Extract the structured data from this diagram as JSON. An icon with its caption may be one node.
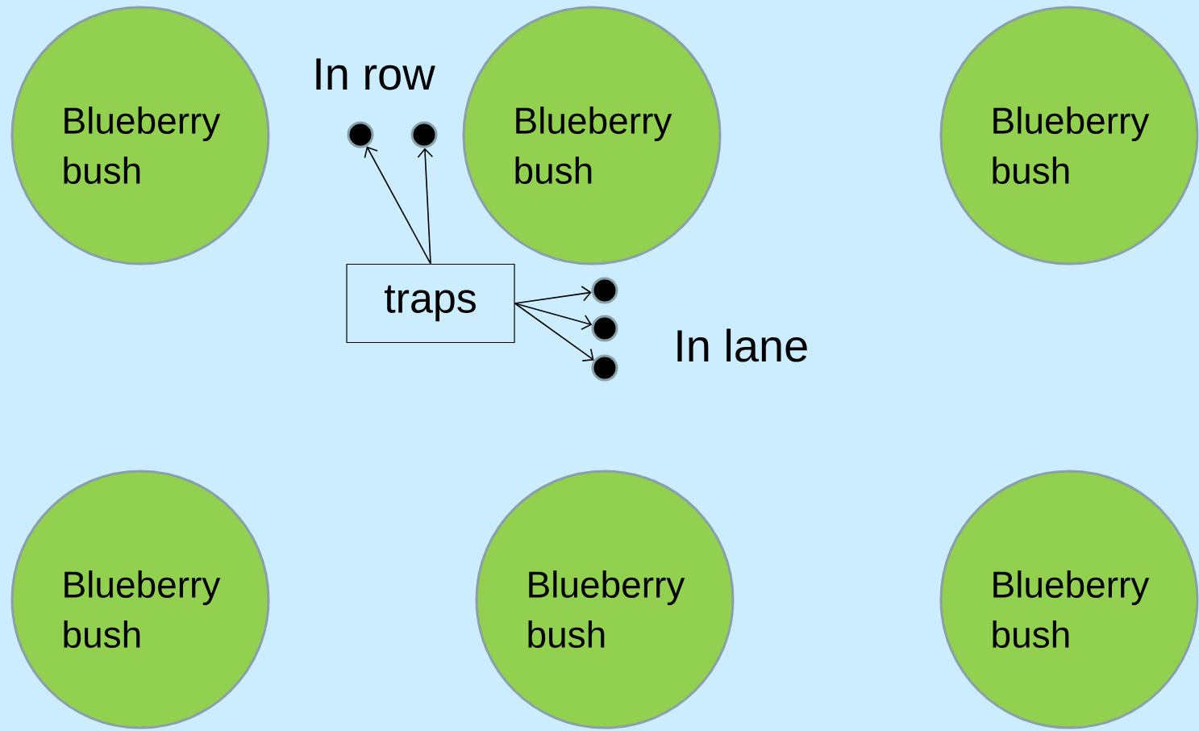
{
  "diagram": {
    "nodes": [
      {
        "text": [
          "Blueberry bush"
        ]
      },
      {
        "text": [
          "Blueberry bush"
        ]
      },
      {
        "text": [
          "Blueberry bush"
        ]
      },
      {
        "text": [
          "traps"
        ]
      },
      {
        "text": [],
        "shape": "circle"
      },
      {
        "text": [],
        "shape": "circle"
      },
      {
        "text": [],
        "shape": "circle"
      },
      {
        "text": [],
        "shape": "circle"
      },
      {
        "text": [],
        "shape": "circle"
      },
      {
        "text": [
          "Blueberry bush"
        ]
      },
      {
        "text": [
          "Blueberry bush"
        ]
      },
      {
        "text": [
          "Blueberry bush"
        ]
      }
    ],
    "edges": [
      {
        "from": 3,
        "to": 4,
        "arrow": "to"
      },
      {
        "from": 3,
        "to": 5,
        "arrow": "to"
      },
      {
        "from": 3,
        "to": 6,
        "arrow": "to"
      },
      {
        "from": 3,
        "to": 7,
        "arrow": "to"
      },
      {
        "from": 3,
        "to": 8,
        "arrow": "to"
      }
    ],
    "labels": [
      "In row",
      "In lane"
    ]
  }
}
